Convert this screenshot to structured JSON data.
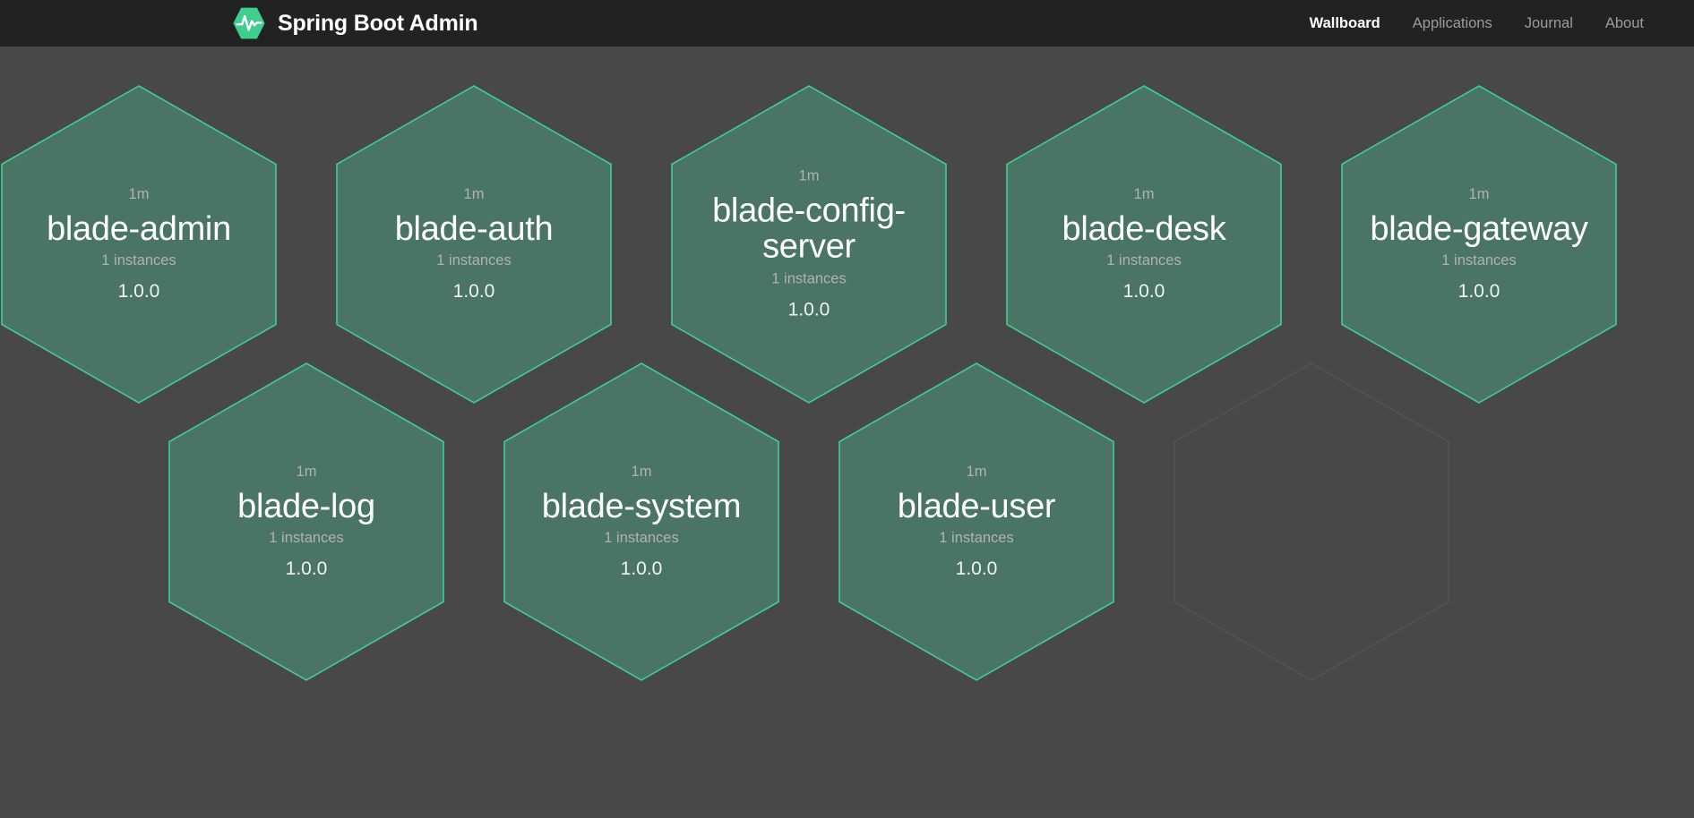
{
  "header": {
    "brand_title": "Spring Boot Admin",
    "logo_icon": "pulse-hexagon-icon",
    "logo_color": "#3ecf8e",
    "background": "#222222",
    "nav": [
      {
        "label": "Wallboard",
        "active": true
      },
      {
        "label": "Applications",
        "active": false
      },
      {
        "label": "Journal",
        "active": false
      },
      {
        "label": "About",
        "active": false
      }
    ]
  },
  "wallboard": {
    "background": "#484848",
    "hex_fill": "#4a7566",
    "hex_border": "#3ecf8e",
    "hex_empty_border": "#555555",
    "rows": [
      {
        "cells": [
          {
            "uptime": "1m",
            "name": "blade-admin",
            "instances": "1 instances",
            "version": "1.0.0",
            "empty": false
          },
          {
            "uptime": "1m",
            "name": "blade-auth",
            "instances": "1 instances",
            "version": "1.0.0",
            "empty": false
          },
          {
            "uptime": "1m",
            "name": "blade-config-server",
            "instances": "1 instances",
            "version": "1.0.0",
            "empty": false
          },
          {
            "uptime": "1m",
            "name": "blade-desk",
            "instances": "1 instances",
            "version": "1.0.0",
            "empty": false
          },
          {
            "uptime": "1m",
            "name": "blade-gateway",
            "instances": "1 instances",
            "version": "1.0.0",
            "empty": false
          }
        ]
      },
      {
        "cells": [
          {
            "uptime": "1m",
            "name": "blade-log",
            "instances": "1 instances",
            "version": "1.0.0",
            "empty": false
          },
          {
            "uptime": "1m",
            "name": "blade-system",
            "instances": "1 instances",
            "version": "1.0.0",
            "empty": false
          },
          {
            "uptime": "1m",
            "name": "blade-user",
            "instances": "1 instances",
            "version": "1.0.0",
            "empty": false
          },
          {
            "uptime": "",
            "name": "",
            "instances": "",
            "version": "",
            "empty": true
          }
        ]
      }
    ]
  }
}
